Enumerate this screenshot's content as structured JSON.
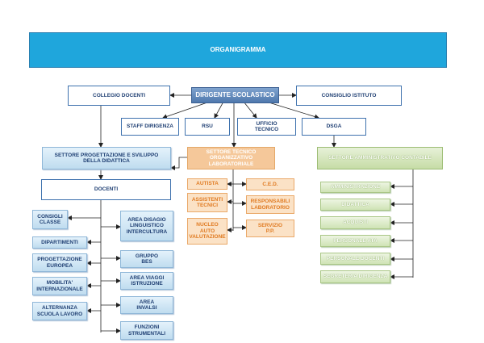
{
  "title": "ORGANIGRAMMA",
  "top": {
    "dirigente": "DIRIGENTE SCOLASTICO",
    "collegio": "COLLEGIO DOCENTI",
    "consiglio": "CONSIGLIO ISTITUTO"
  },
  "second_row": {
    "staff": "STAFF DIRIGENZA",
    "rsu": "RSU",
    "ufficio": "UFFICIO TECNICO",
    "dsga": "DSGA"
  },
  "settore_didattica": {
    "header": "SETTORE PROGETTAZIONE E SVILUPPO DELLA DIDATTICA",
    "docenti": "DOCENTI",
    "left_items": [
      "CONSIGLI CLASSE",
      "DIPARTIMENTI",
      "PROGETTAZIONE EUROPEA",
      "MOBILITA' INTERNAZIONALE",
      "ALTERNANZA SCUOLA LAVORO"
    ],
    "right_items": [
      "AREA DISAGIO LINGUISTICO INTERCULTURA",
      "GRUPPO BES",
      "AREA VIAGGI ISTRUZIONE",
      "AREA INVALSI",
      "FUNZIONI STRUMENTALI"
    ]
  },
  "settore_tecnico": {
    "header": "SETTORE TECNICO ORGANIZZATIVO LABORATORIALE",
    "left_items": [
      "AUTISTA",
      "ASSISTENTI TECNICI",
      "NUCLEO AUTO VALUTAZIONE"
    ],
    "right_items": [
      "C.E.D.",
      "RESPONSABILI LABORATORIO",
      "SERVIZIO P.P."
    ]
  },
  "settore_amministrativo": {
    "header": "SETTORE AMMINISTRATIVO CONTABILE",
    "items": [
      "AMMINISTRAZIONE",
      "DIDATTICA",
      "ACQUISTI",
      "PERSONALE ATA",
      "PERSONALE DOCENTI",
      "SEGRETERIA DIRIGENZA"
    ]
  }
}
